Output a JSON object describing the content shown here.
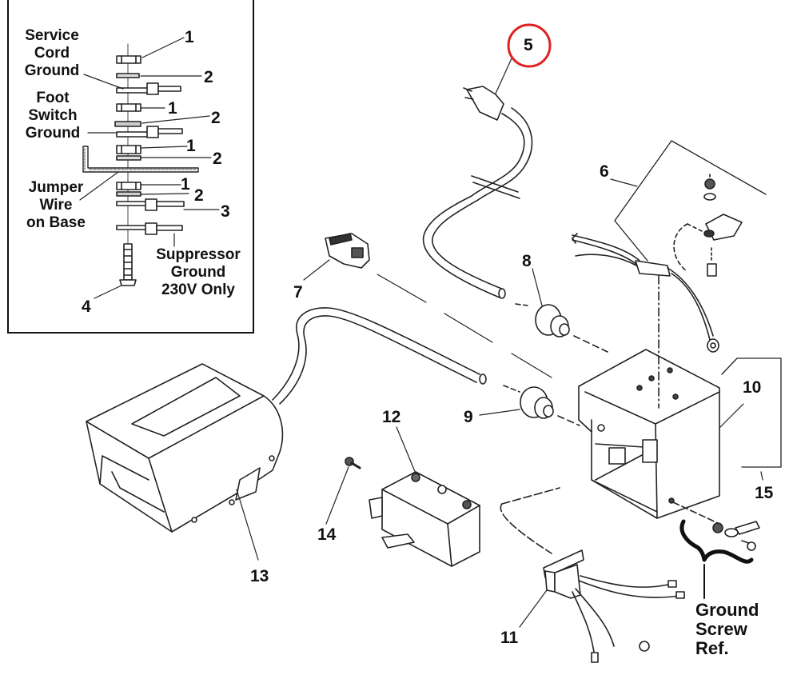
{
  "title": "Foot Switch / Service Cord Electrical Assembly Exploded View",
  "highlight": {
    "item": "5",
    "color": "#e02020"
  },
  "inset": {
    "labels": {
      "service_cord_ground": "Service\nCord\nGround",
      "foot_switch_ground": "Foot\nSwitch\nGround",
      "jumper_wire": "Jumper\nWire\non Base",
      "suppressor_ground": "Suppressor\nGround\n230V Only"
    },
    "callouts": [
      "1",
      "2",
      "1",
      "2",
      "1",
      "2",
      "1",
      "2",
      "3",
      "4"
    ]
  },
  "callouts": {
    "c5": "5",
    "c6": "6",
    "c7": "7",
    "c8": "8",
    "c9": "9",
    "c10": "10",
    "c11": "11",
    "c12": "12",
    "c13": "13",
    "c14": "14",
    "c15": "15"
  },
  "ground_screw_ref": "Ground\nScrew\nRef."
}
